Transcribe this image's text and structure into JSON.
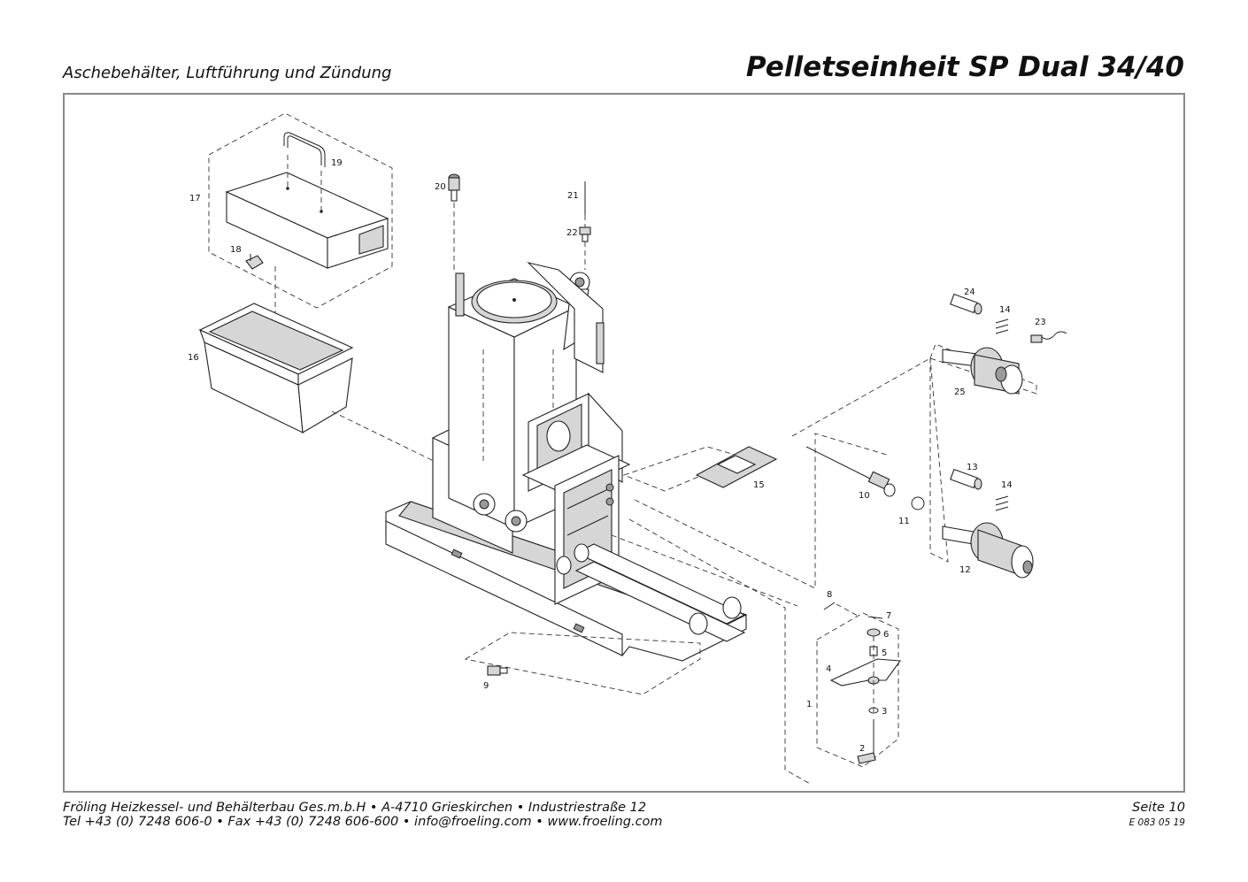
{
  "header": {
    "subtitle": "Aschebehälter, Luftführung und Zündung",
    "title": "Pelletseinheit SP Dual 34/40"
  },
  "callouts": [
    "1",
    "2",
    "3",
    "4",
    "5",
    "6",
    "7",
    "8",
    "9",
    "10",
    "11",
    "12",
    "13",
    "14",
    "14",
    "15",
    "16",
    "17",
    "18",
    "19",
    "20",
    "21",
    "22",
    "23",
    "24",
    "25"
  ],
  "footer": {
    "line1": "Fröling Heizkessel- und Behälterbau Ges.m.b.H   •  A-4710 Grieskirchen   •  Industriestraße 12",
    "line2": "Tel +43 (0) 7248 606-0   •  Fax +43 (0) 7248 606-600  •  info@froeling.com  •  www.froeling.com",
    "page": "Seite 10",
    "doc_code": "E 083 05 19"
  }
}
